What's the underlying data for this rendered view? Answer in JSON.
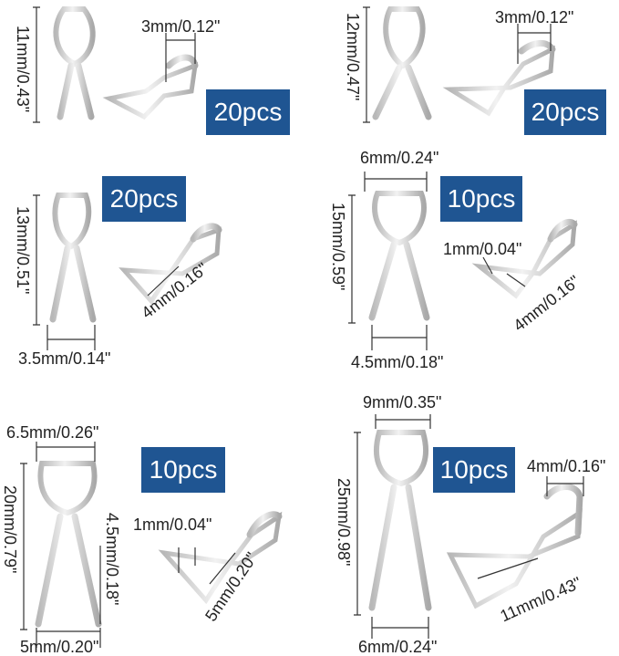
{
  "panels": [
    {
      "count": "20pcs",
      "height": "11mm/0.43\"",
      "loop_width": "3mm/0.12\""
    },
    {
      "count": "20pcs",
      "height": "12mm/0.47\"",
      "loop_width": "3mm/0.12\""
    },
    {
      "count": "20pcs",
      "height": "13mm/0.51\"",
      "bottom_width": "3.5mm/0.14\"",
      "side_depth": "4mm/0.16\""
    },
    {
      "count": "10pcs",
      "height": "15mm/0.59\"",
      "top_width": "6mm/0.24\"",
      "bottom_width": "4.5mm/0.18\"",
      "thickness": "1mm/0.04\"",
      "side_depth": "4mm/0.16\""
    },
    {
      "count": "10pcs",
      "height": "20mm/0.79\"",
      "top_width": "6.5mm/0.26\"",
      "bottom_width": "5mm/0.20\"",
      "pin_height": "4.5mm/0.18\"",
      "thickness": "1mm/0.04\"",
      "side_depth": "5mm/0.20\""
    },
    {
      "count": "10pcs",
      "height": "25mm/0.98\"",
      "top_width": "9mm/0.35\"",
      "bottom_width": "6mm/0.24\"",
      "loop_width": "4mm/0.16\"",
      "side_depth": "11mm/0.43\""
    }
  ],
  "colors": {
    "badge": "#1f5592",
    "metal": "#d8d8d8",
    "metal_edge": "#9a9a9a"
  }
}
